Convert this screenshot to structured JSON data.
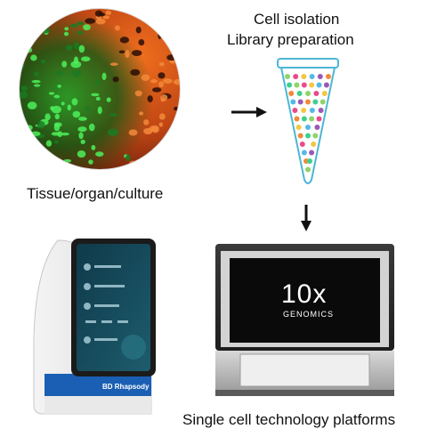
{
  "labels": {
    "step_top_line1": "Cell isolation",
    "step_top_line2": "Library preparation",
    "tissue_caption": "Tissue/organ/culture",
    "platforms_caption": "Single cell technology platforms"
  },
  "devices": {
    "tenx_logo_main": "10x",
    "tenx_logo_sub": "GENOMICS",
    "bd_logo": "BD Rhapsody"
  },
  "icons": {
    "arrow_right": "arrow-right-icon",
    "arrow_down": "arrow-down-icon"
  },
  "colors": {
    "tissue_green": "#2fb43a",
    "tissue_orange": "#e8692a",
    "tube_outline": "#4db6d6",
    "bd_blue": "#1a5fb4"
  }
}
